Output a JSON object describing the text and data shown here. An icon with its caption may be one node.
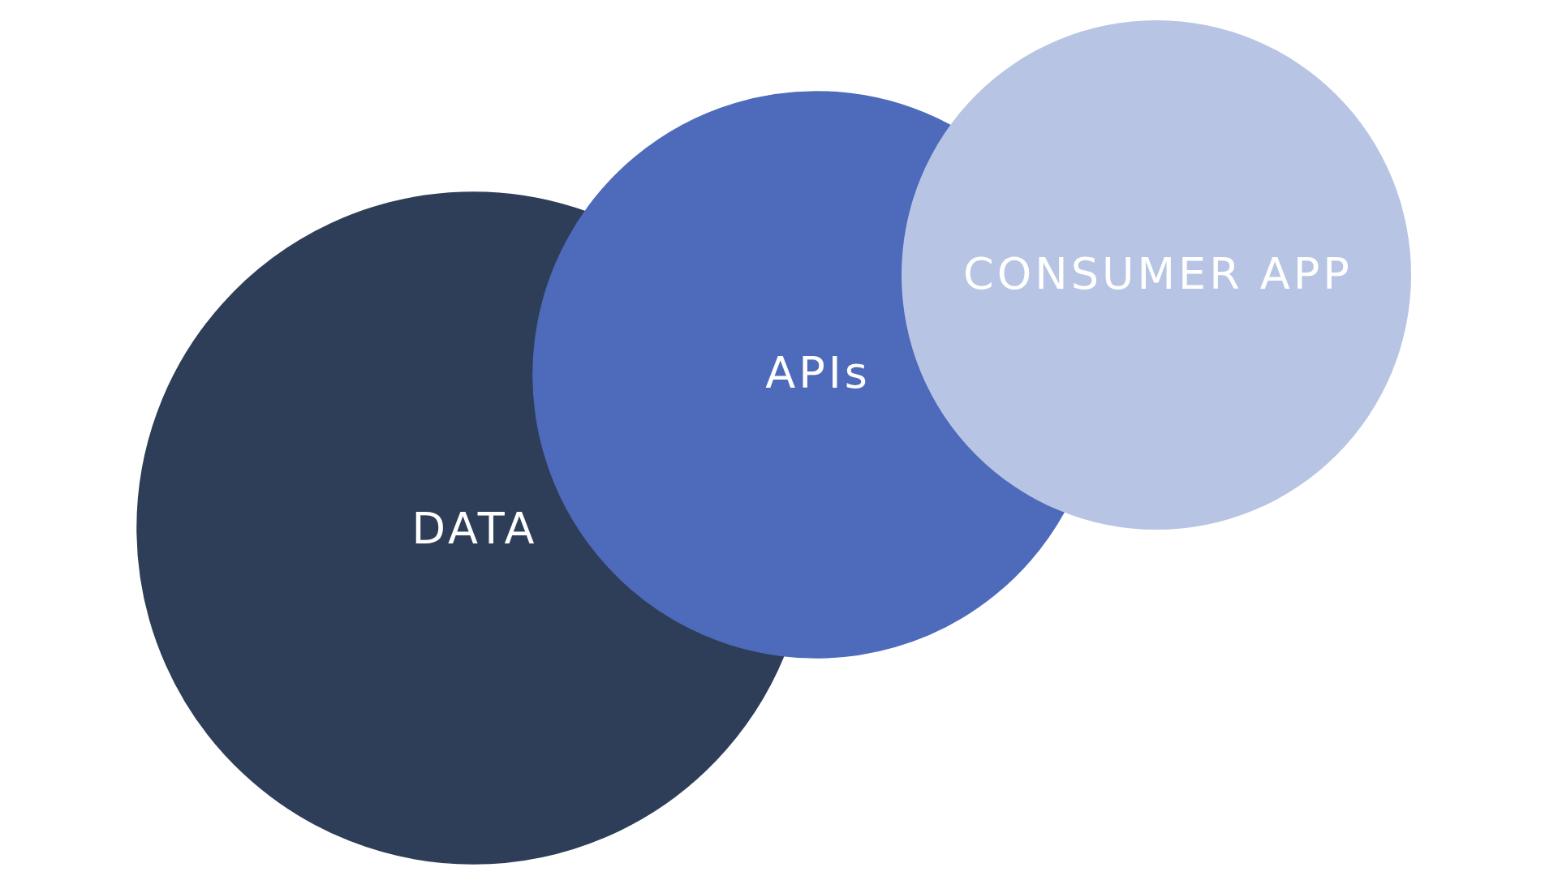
{
  "diagram": {
    "nodes": [
      {
        "text": [
          "DATA"
        ]
      },
      {
        "text": [
          "APIs"
        ]
      },
      {
        "text": [
          "CONSUMER APP"
        ]
      }
    ]
  }
}
